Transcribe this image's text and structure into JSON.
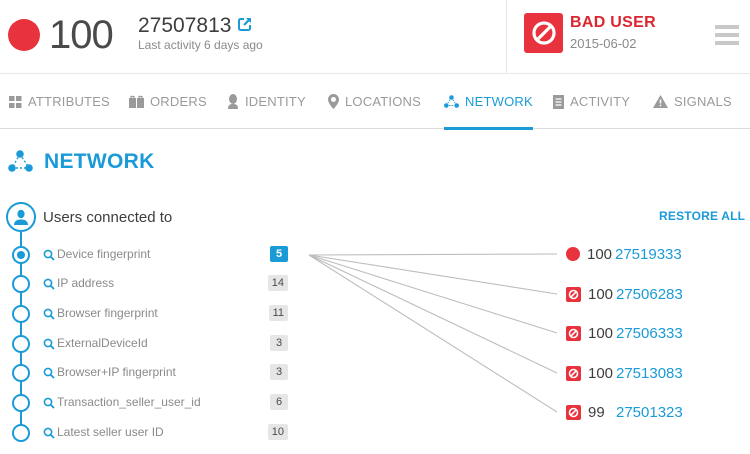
{
  "header": {
    "score": "100",
    "score_color": "#e8333e",
    "user_id": "27507813",
    "external_link_icon": "external-link-icon",
    "last_activity": "Last activity 6 days ago",
    "status_label": "BAD USER",
    "status_date": "2015-06-02",
    "status_icon": "ban-icon",
    "menu_icon": "hamburger-menu-icon"
  },
  "tabs": [
    {
      "label": "ATTRIBUTES",
      "icon": "grid-icon",
      "active": false
    },
    {
      "label": "ORDERS",
      "icon": "shopping-bags-icon",
      "active": false
    },
    {
      "label": "IDENTITY",
      "icon": "person-icon",
      "active": false
    },
    {
      "label": "LOCATIONS",
      "icon": "map-pin-icon",
      "active": false
    },
    {
      "label": "NETWORK",
      "icon": "network-icon",
      "active": true
    },
    {
      "label": "ACTIVITY",
      "icon": "document-icon",
      "active": false
    },
    {
      "label": "SIGNALS",
      "icon": "warning-icon",
      "active": false
    }
  ],
  "section": {
    "title": "NETWORK",
    "restore_all": "RESTORE ALL",
    "users_connected_label": "Users connected to"
  },
  "connections": [
    {
      "label": "Device fingerprint",
      "count": "5",
      "selected": true
    },
    {
      "label": "IP address",
      "count": "14",
      "selected": false
    },
    {
      "label": "Browser fingerprint",
      "count": "11",
      "selected": false
    },
    {
      "label": "ExternalDeviceId",
      "count": "3",
      "selected": false
    },
    {
      "label": "Browser+IP fingerprint",
      "count": "3",
      "selected": false
    },
    {
      "label": "Transaction_seller_user_id",
      "count": "6",
      "selected": false
    },
    {
      "label": "Latest seller user ID",
      "count": "10",
      "selected": false
    }
  ],
  "connected_users": [
    {
      "score": "100",
      "user_id": "27519333",
      "status": "score-dot"
    },
    {
      "score": "100",
      "user_id": "27506283",
      "status": "banned"
    },
    {
      "score": "100",
      "user_id": "27506333",
      "status": "banned"
    },
    {
      "score": "100",
      "user_id": "27513083",
      "status": "banned"
    },
    {
      "score": "99",
      "user_id": "27501323",
      "status": "banned"
    }
  ],
  "colors": {
    "accent": "#1a9bd7",
    "danger": "#e8333e",
    "muted": "#9a9a9a"
  }
}
